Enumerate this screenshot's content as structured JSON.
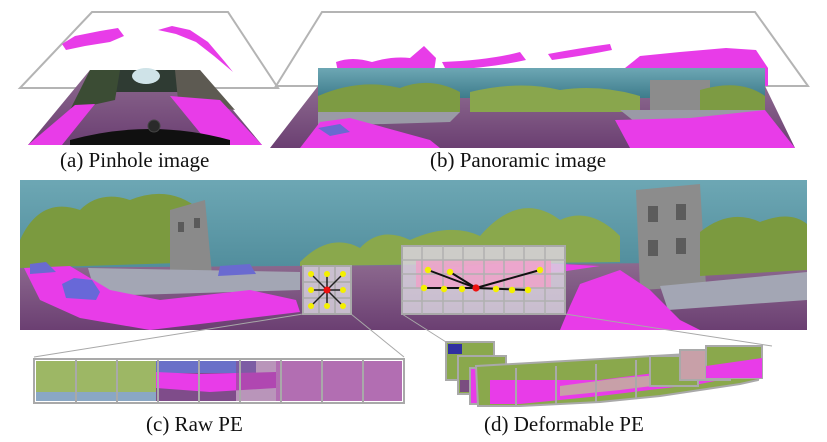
{
  "figure": {
    "captions": {
      "pinhole": "(a) Pinhole image",
      "panoramic": "(b) Panoramic image",
      "raw_pe": "(c) Raw PE",
      "deformable_pe": "(d) Deformable PE"
    }
  },
  "colors": {
    "segment_magenta": "#e83ce8",
    "sky_teal": "#4f8fa0",
    "vegetation_green": "#8ea84c",
    "road_purple": "#7a4d80",
    "building_gray": "#8c8c8c",
    "point_yellow": "#f4f000",
    "point_red": "#ee1010",
    "frame_gray": "#a9a9a9"
  }
}
